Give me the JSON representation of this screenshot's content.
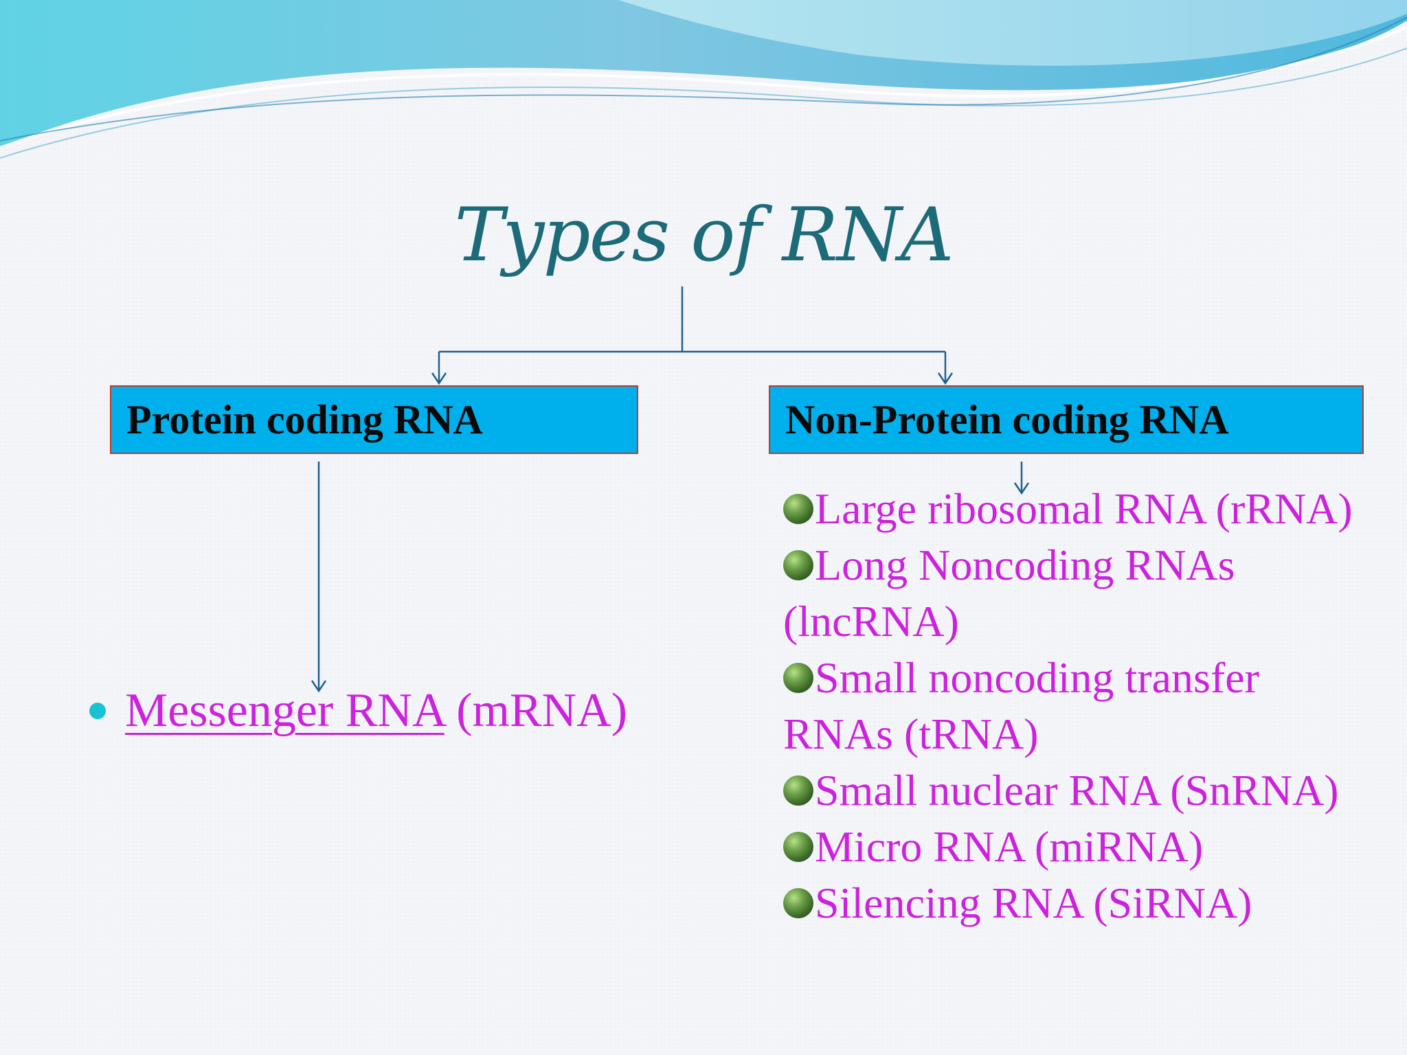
{
  "title": "Types of RNA",
  "categories": {
    "left": "Protein coding RNA",
    "right": "Non-Protein coding RNA"
  },
  "protein_coding": {
    "link_text": "Messenger RNA",
    "suffix": " (mRNA)"
  },
  "non_protein_coding": [
    "Large ribosomal RNA (rRNA)",
    "Long Noncoding RNAs (lncRNA)",
    "Small noncoding transfer RNAs (tRNA)",
    "Small nuclear RNA (SnRNA)",
    "Micro RNA (miRNA)",
    "Silencing RNA (SiRNA)"
  ],
  "colors": {
    "title": "#1d6a78",
    "box_fill": "#00b0ec",
    "box_border": "#c0392b",
    "item_text": "#cc22dd",
    "bullet": "#17c3d3",
    "connector": "#1f5f8f"
  }
}
